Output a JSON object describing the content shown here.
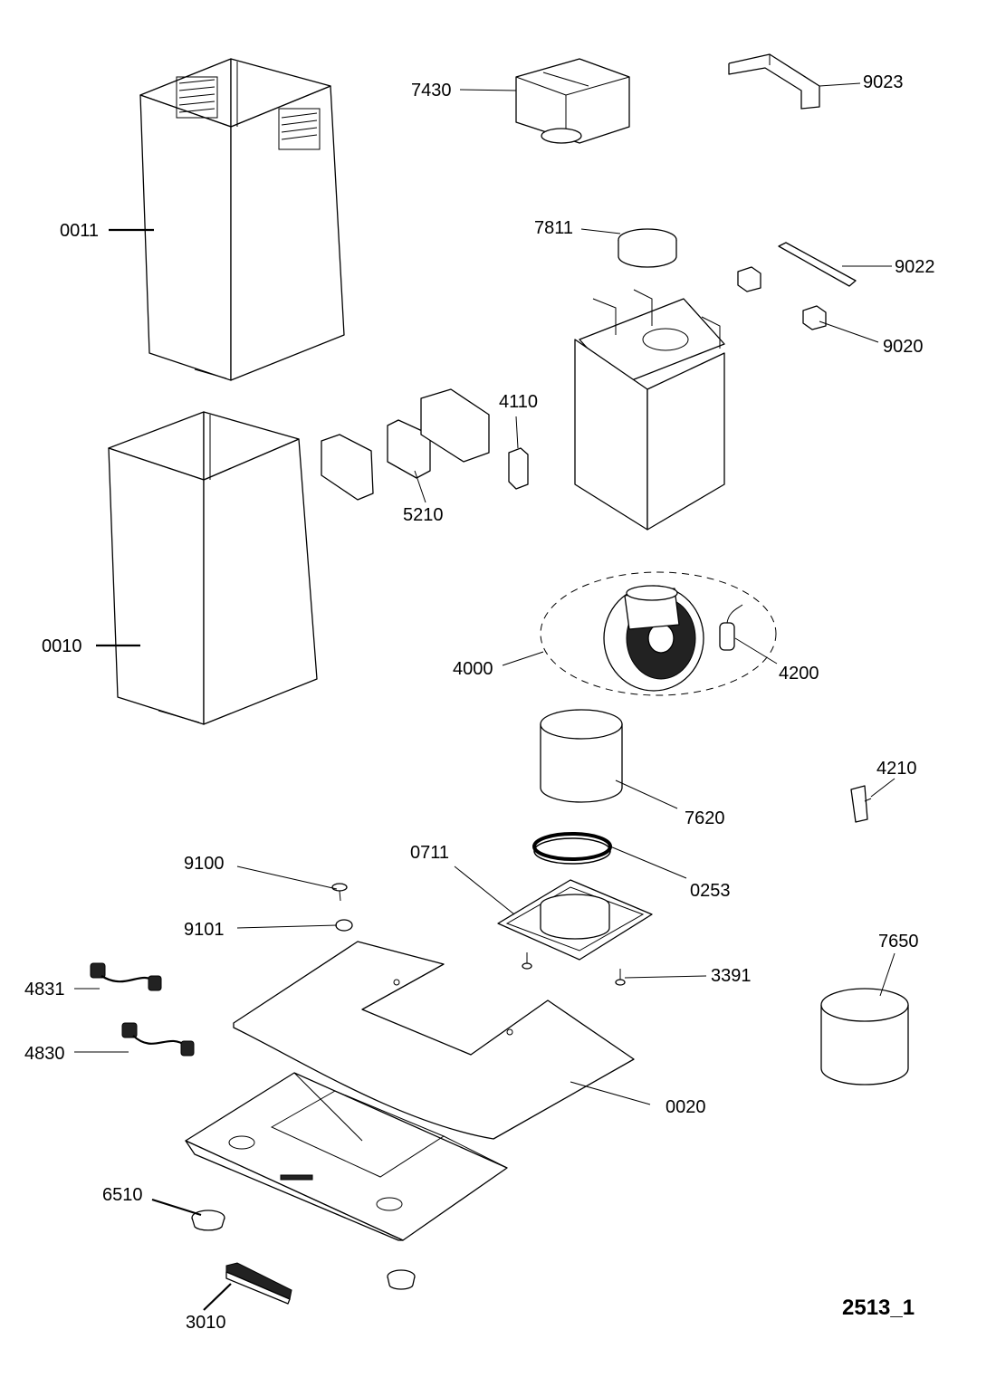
{
  "diagram_code": "2513_1",
  "part_numbers": {
    "p0011": "0011",
    "p0010": "0010",
    "p7430": "7430",
    "p9023": "9023",
    "p7811": "7811",
    "p9022": "9022",
    "p9020": "9020",
    "p4110": "4110",
    "p5210": "5210",
    "p4000": "4000",
    "p4200": "4200",
    "p7620": "7620",
    "p4210": "4210",
    "p9100": "9100",
    "p0711": "0711",
    "p0253": "0253",
    "p9101": "9101",
    "p7650": "7650",
    "p4831": "4831",
    "p3391": "3391",
    "p4830": "4830",
    "p0020": "0020",
    "p6510": "6510",
    "p3010": "3010"
  }
}
